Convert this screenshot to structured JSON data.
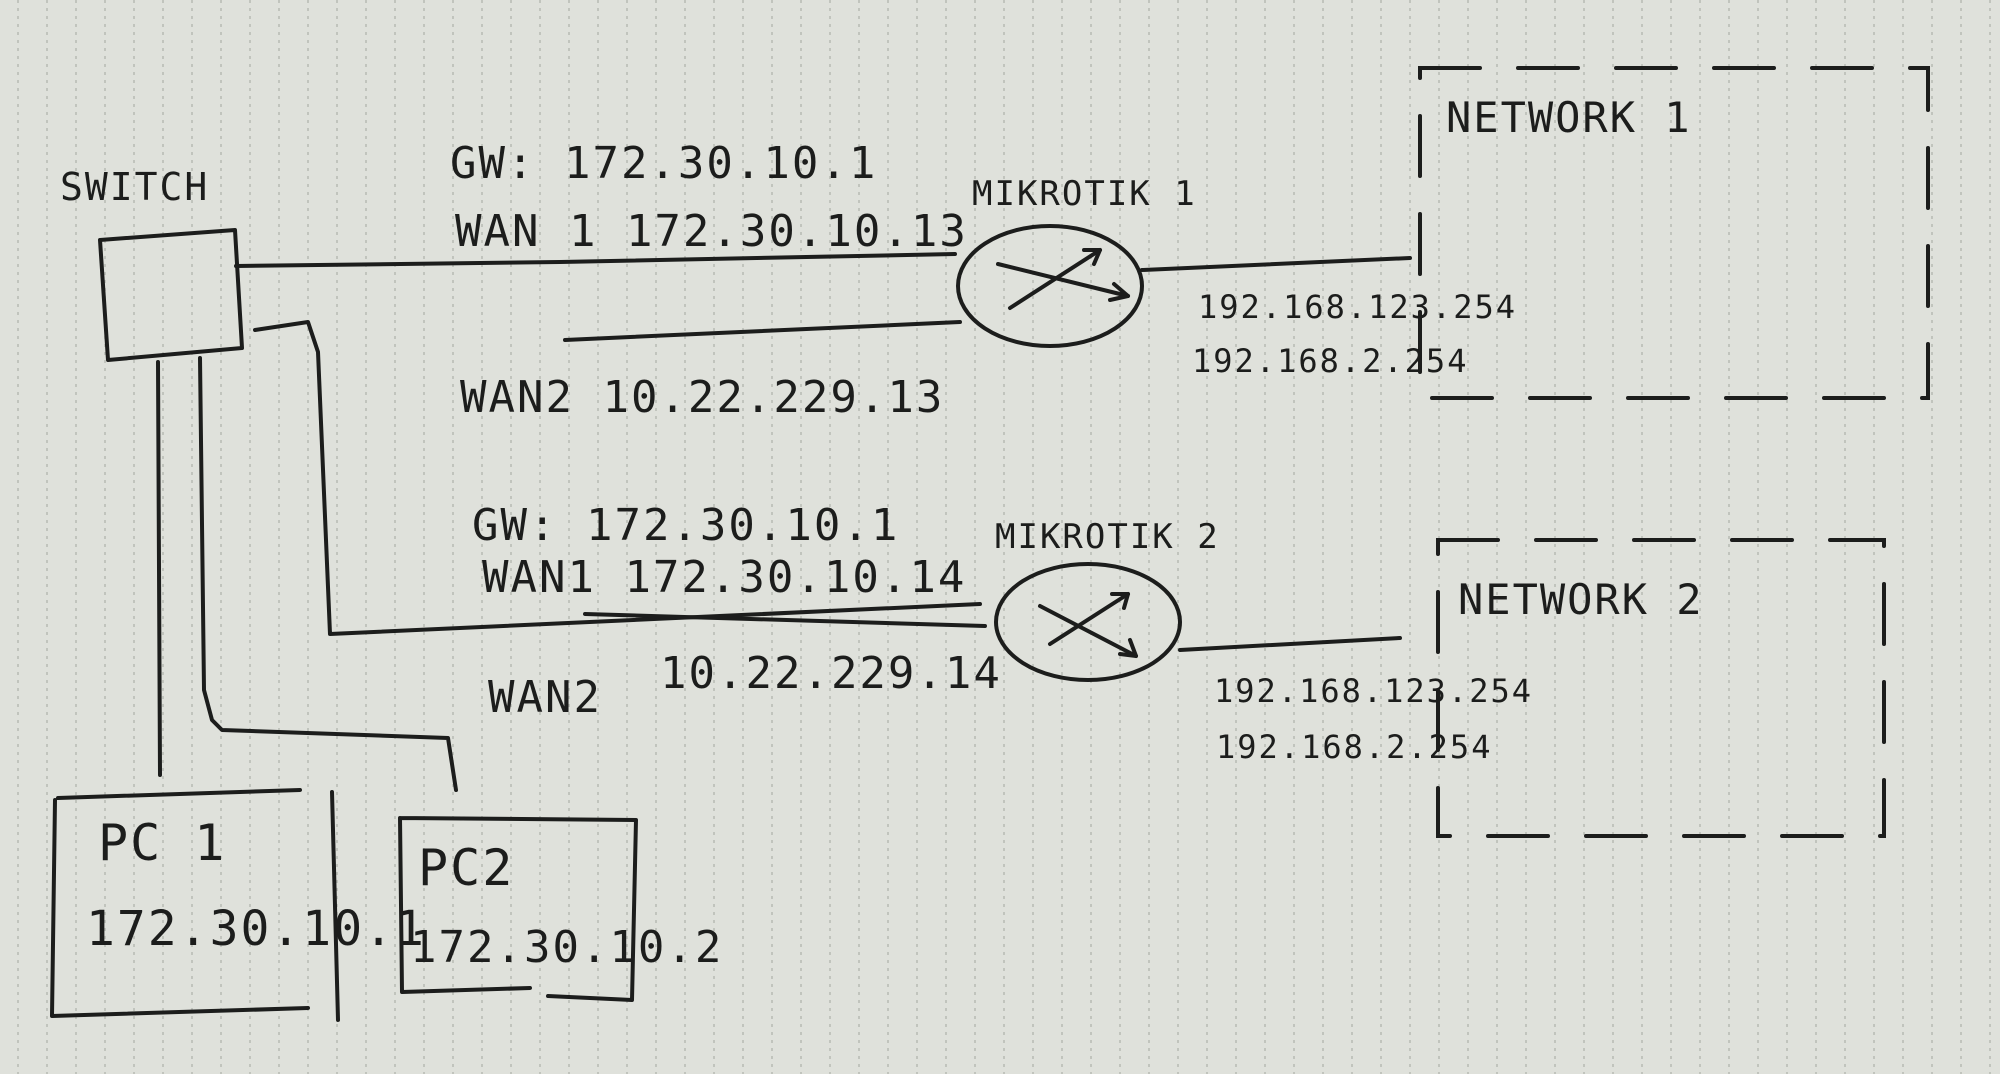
{
  "switch": {
    "label": "SWITCH"
  },
  "mikrotik1": {
    "label": "MIKROTIK 1",
    "gw": "GW: 172.30.10.1",
    "wan1": "WAN 1  172.30.10.13",
    "wan2": "WAN2  10.22.229.13",
    "lan1": "192.168.123.254",
    "lan2": "192.168.2.254"
  },
  "mikrotik2": {
    "label": "MIKROTIK 2",
    "gw": "GW: 172.30.10.1",
    "wan1": "WAN1  172.30.10.14",
    "wan2": "WAN2",
    "wan2_ip": "10.22.229.14",
    "lan1": "192.168.123.254",
    "lan2": "192.168.2.254"
  },
  "pc1": {
    "label": "PC 1",
    "ip": "172.30.10.1"
  },
  "pc2": {
    "label": "PC2",
    "ip": "172.30.10.2"
  },
  "network1": {
    "label": "NETWORK 1"
  },
  "network2": {
    "label": "NETWORK 2"
  },
  "colors": {
    "paper": "#dfe1db",
    "ink": "#1c1d1c",
    "rule": "#b7bab3"
  }
}
